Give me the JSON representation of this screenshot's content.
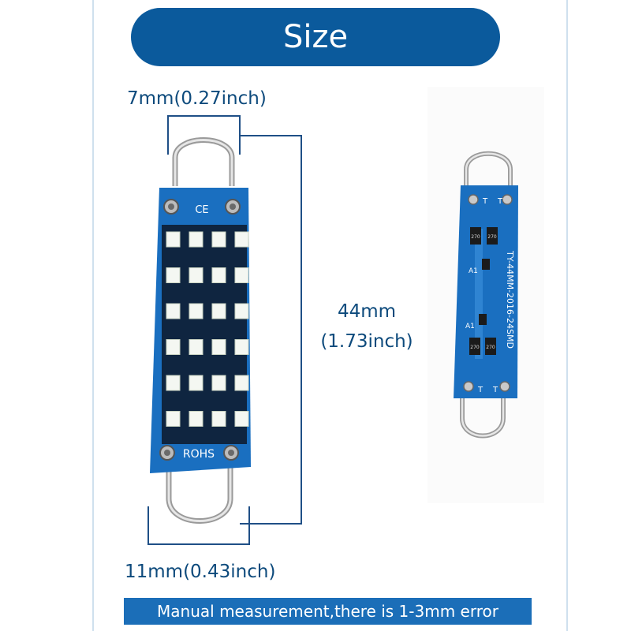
{
  "title": "Size",
  "dimensions": {
    "width_top": "7mm(0.27inch)",
    "length_mm": "44mm",
    "length_inch": "(1.73inch)",
    "width_bottom": "11mm(0.43inch)"
  },
  "board_front": {
    "top_mark": "CE",
    "bottom_mark": "ROHS",
    "led_columns": 4,
    "led_rows": 6
  },
  "board_back": {
    "marking": "TY-44MM-2016-24SMD",
    "corner_marks": [
      "T",
      "T",
      "T",
      "T"
    ],
    "resistor_marks": [
      "270",
      "270",
      "270",
      "270"
    ],
    "component_marks": [
      "A1",
      "A1"
    ]
  },
  "colors": {
    "accent": "#0b5a9c",
    "banner": "#1b6eb8",
    "pcb": "#1a6fc0",
    "dimension_line": "#1f4f86"
  },
  "footer": "Manual measurement,there is 1-3mm error"
}
